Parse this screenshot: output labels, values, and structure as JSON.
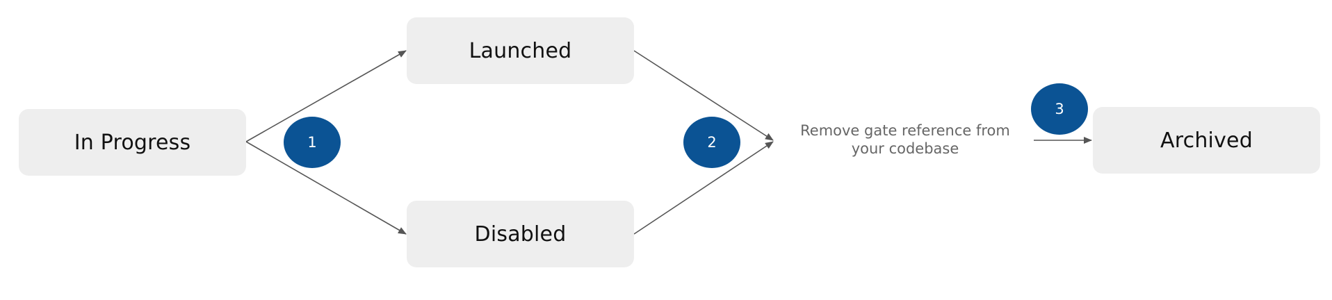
{
  "diagram": {
    "nodes": {
      "in_progress": "In Progress",
      "launched": "Launched",
      "disabled": "Disabled",
      "archived": "Archived"
    },
    "steps": {
      "one": "1",
      "two": "2",
      "three": "3"
    },
    "action_note": {
      "line1": "Remove gate reference from",
      "line2": "your codebase"
    }
  },
  "colors": {
    "node_fill": "#eeeeee",
    "step_fill": "#0b5394",
    "step_text": "#ffffff",
    "arrow": "#555555",
    "note_text": "#666666"
  }
}
